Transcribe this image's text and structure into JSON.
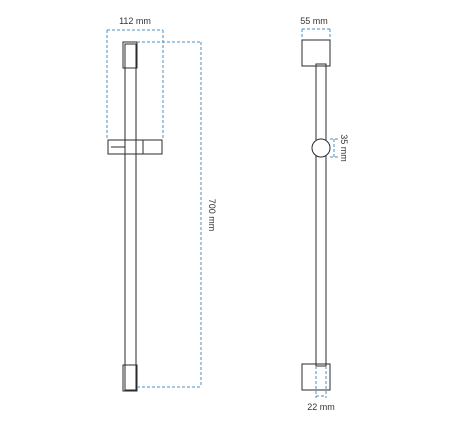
{
  "dimensions": {
    "front_width": "112 mm",
    "side_width": "55 mm",
    "total_height": "700 mm",
    "holder_diameter": "35 mm",
    "rail_diameter": "22 mm"
  },
  "colors": {
    "outline": "#2b2b2b",
    "dimension_line": "#4a90c8",
    "text": "#333333",
    "background": "#ffffff"
  }
}
